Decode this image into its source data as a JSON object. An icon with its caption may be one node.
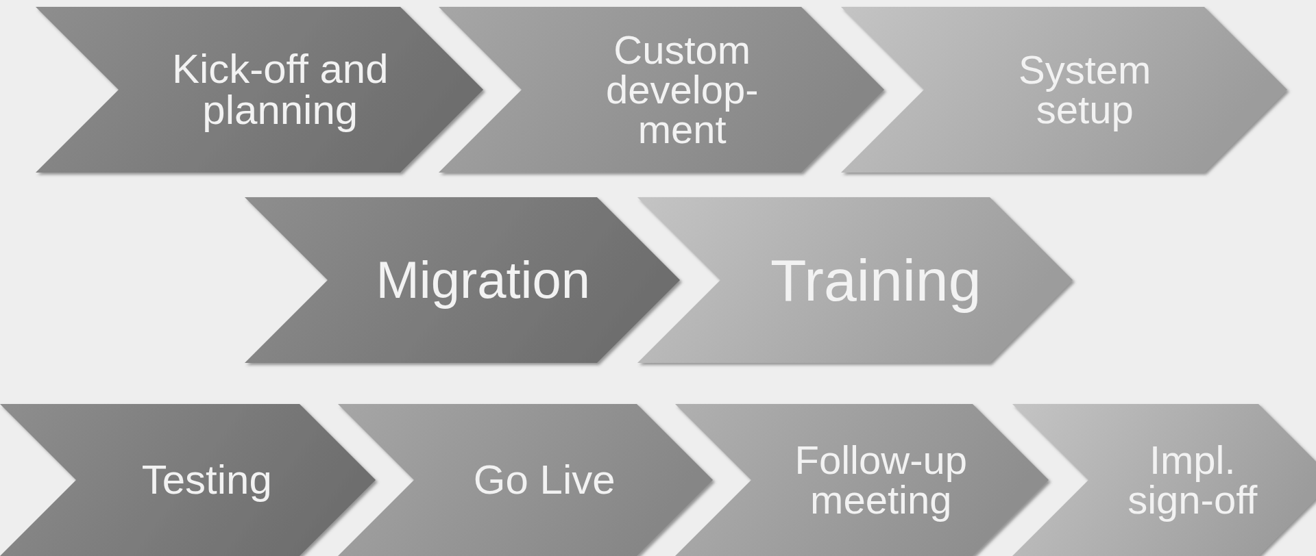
{
  "diagram": {
    "nodes": [
      {
        "text": [
          "Kick-off and planning"
        ]
      },
      {
        "text": [
          "Custom develop-ment"
        ]
      },
      {
        "text": [
          "System setup"
        ]
      },
      {
        "text": [
          "Migration"
        ]
      },
      {
        "text": [
          "Training"
        ]
      },
      {
        "text": [
          "Testing"
        ]
      },
      {
        "text": [
          "Go Live"
        ]
      },
      {
        "text": [
          "Follow-up meeting"
        ]
      },
      {
        "text": [
          "Impl. sign-off"
        ]
      }
    ]
  }
}
